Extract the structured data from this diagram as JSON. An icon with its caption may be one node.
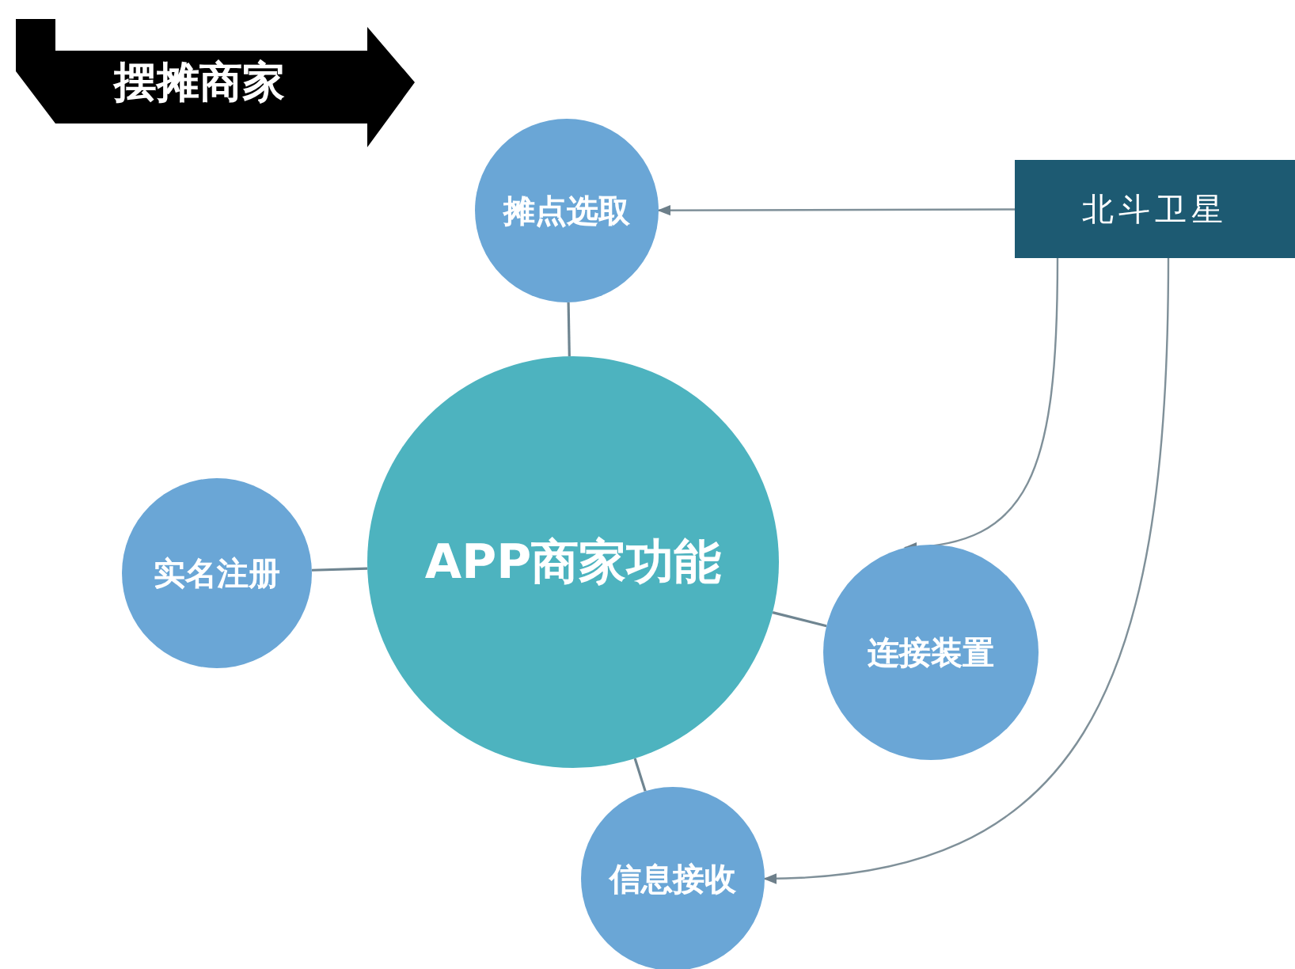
{
  "diagram": {
    "title": "摆摊商家",
    "nodes": [
      {
        "text": [
          "摊点选取"
        ]
      },
      {
        "text": [
          "APP商家功能"
        ]
      },
      {
        "text": [
          "实名注册"
        ]
      },
      {
        "text": [
          "连接装置"
        ]
      },
      {
        "text": [
          "信息接收"
        ]
      },
      {
        "text": [
          "北斗卫星"
        ]
      }
    ],
    "edges": [
      {
        "from": 0,
        "to": 1,
        "arrow": "none"
      },
      {
        "from": 2,
        "to": 1,
        "arrow": "none"
      },
      {
        "from": 1,
        "to": 3,
        "arrow": "none"
      },
      {
        "from": 1,
        "to": 4,
        "arrow": "none"
      },
      {
        "from": 5,
        "to": 0,
        "arrow": "to"
      },
      {
        "from": 5,
        "to": 3,
        "arrow": "to"
      },
      {
        "from": 5,
        "to": 4,
        "arrow": "to"
      }
    ]
  }
}
